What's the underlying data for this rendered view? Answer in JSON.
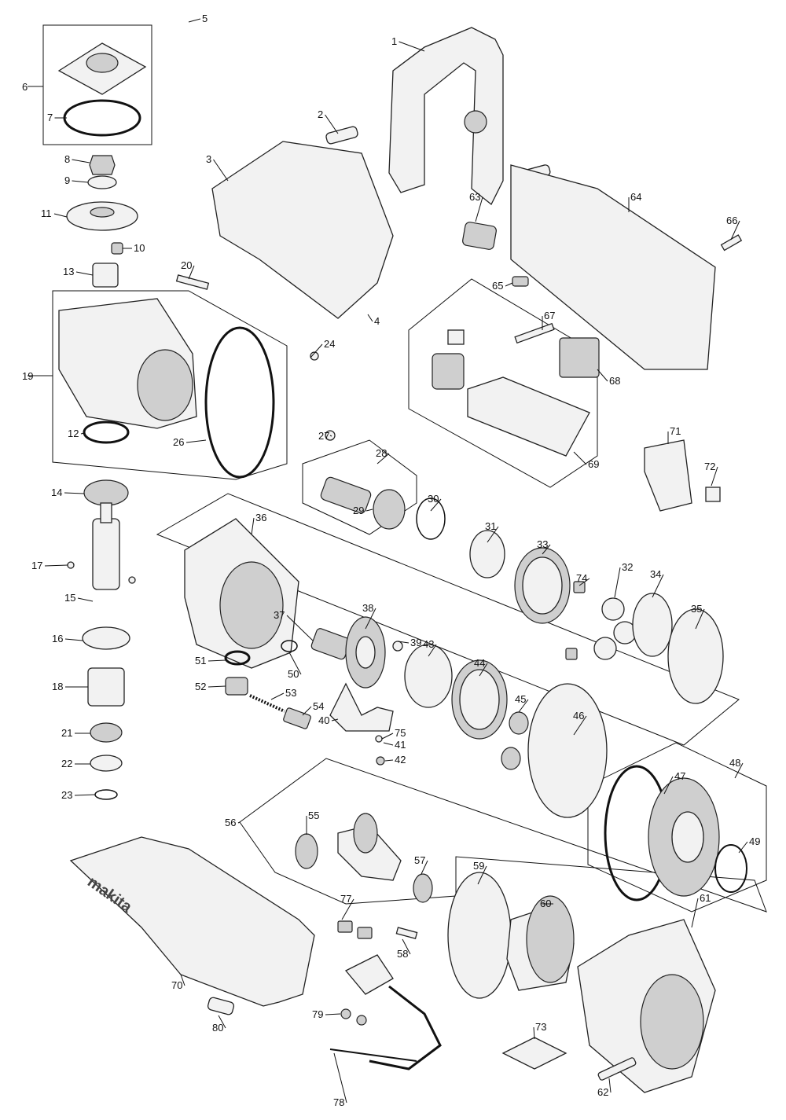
{
  "diagram": {
    "type": "exploded parts diagram",
    "brand_mark": "makita",
    "part_numbers": [
      "1",
      "2",
      "3",
      "4",
      "5",
      "6",
      "7",
      "8",
      "9",
      "10",
      "11",
      "12",
      "13",
      "14",
      "15",
      "16",
      "17",
      "18",
      "19",
      "20",
      "21",
      "22",
      "23",
      "24",
      "26",
      "27",
      "28",
      "29",
      "30",
      "31",
      "32",
      "33",
      "34",
      "35",
      "36",
      "37",
      "38",
      "39",
      "40",
      "41",
      "42",
      "43",
      "44",
      "45",
      "46",
      "47",
      "48",
      "49",
      "50",
      "51",
      "52",
      "53",
      "54",
      "55",
      "56",
      "57",
      "58",
      "59",
      "60",
      "61",
      "62",
      "63",
      "64",
      "65",
      "66",
      "67",
      "68",
      "69",
      "70",
      "71",
      "72",
      "73",
      "74",
      "75",
      "77",
      "78",
      "79",
      "80"
    ]
  }
}
